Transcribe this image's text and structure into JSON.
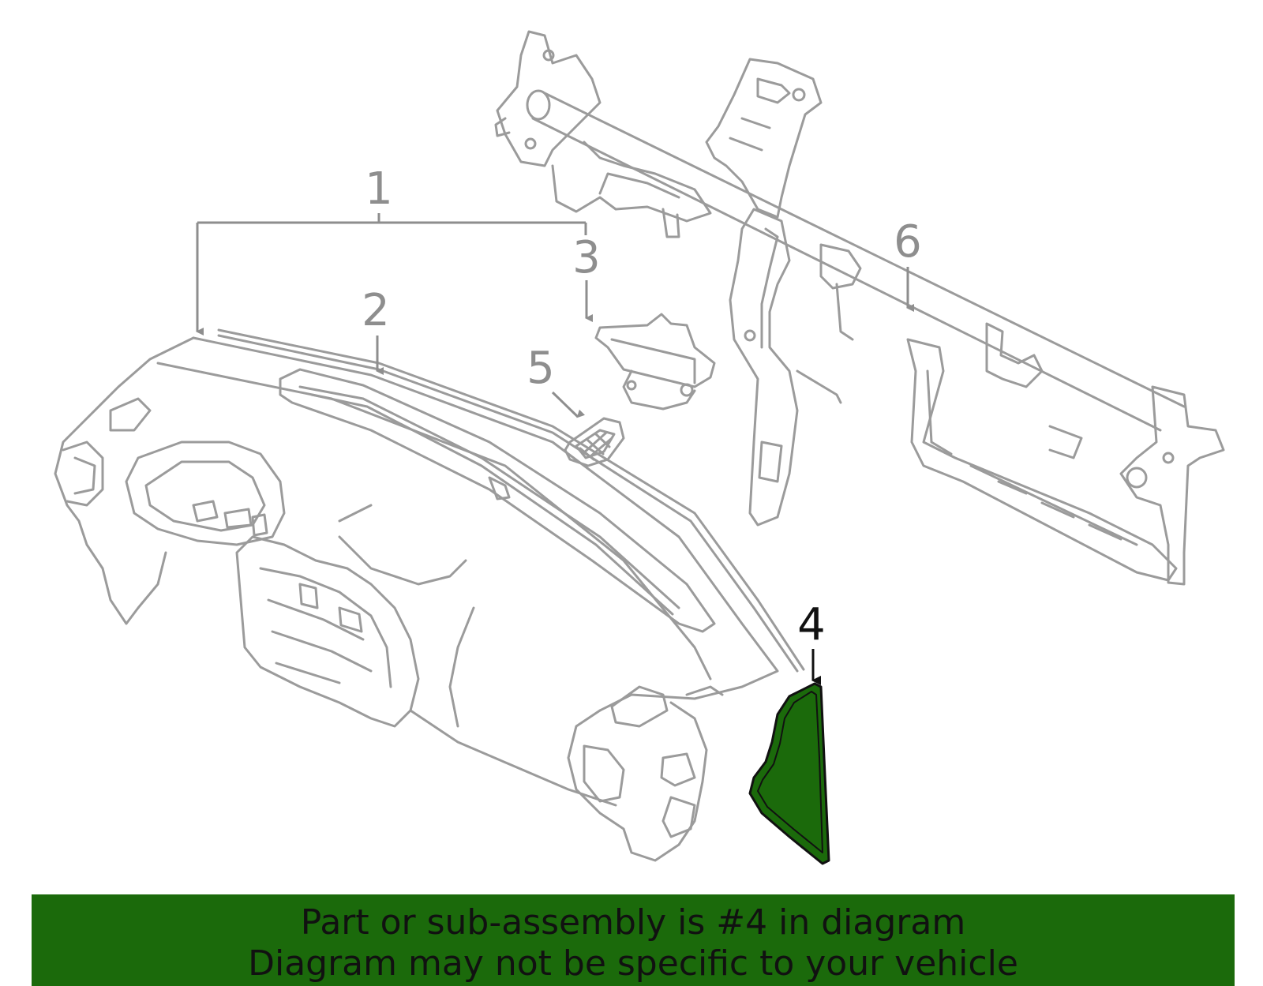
{
  "diagram": {
    "callouts": [
      {
        "id": "1",
        "label": "1"
      },
      {
        "id": "2",
        "label": "2"
      },
      {
        "id": "3",
        "label": "3"
      },
      {
        "id": "4",
        "label": "4"
      },
      {
        "id": "5",
        "label": "5"
      },
      {
        "id": "6",
        "label": "6"
      }
    ],
    "highlighted_part": "4",
    "highlight_color": "#1b6a0b",
    "line_color": "#9b9b9b"
  },
  "banner": {
    "line1": "Part or sub-assembly is #4 in diagram",
    "line2": "Diagram may not be specific to your vehicle",
    "background": "#1b6a0b"
  }
}
